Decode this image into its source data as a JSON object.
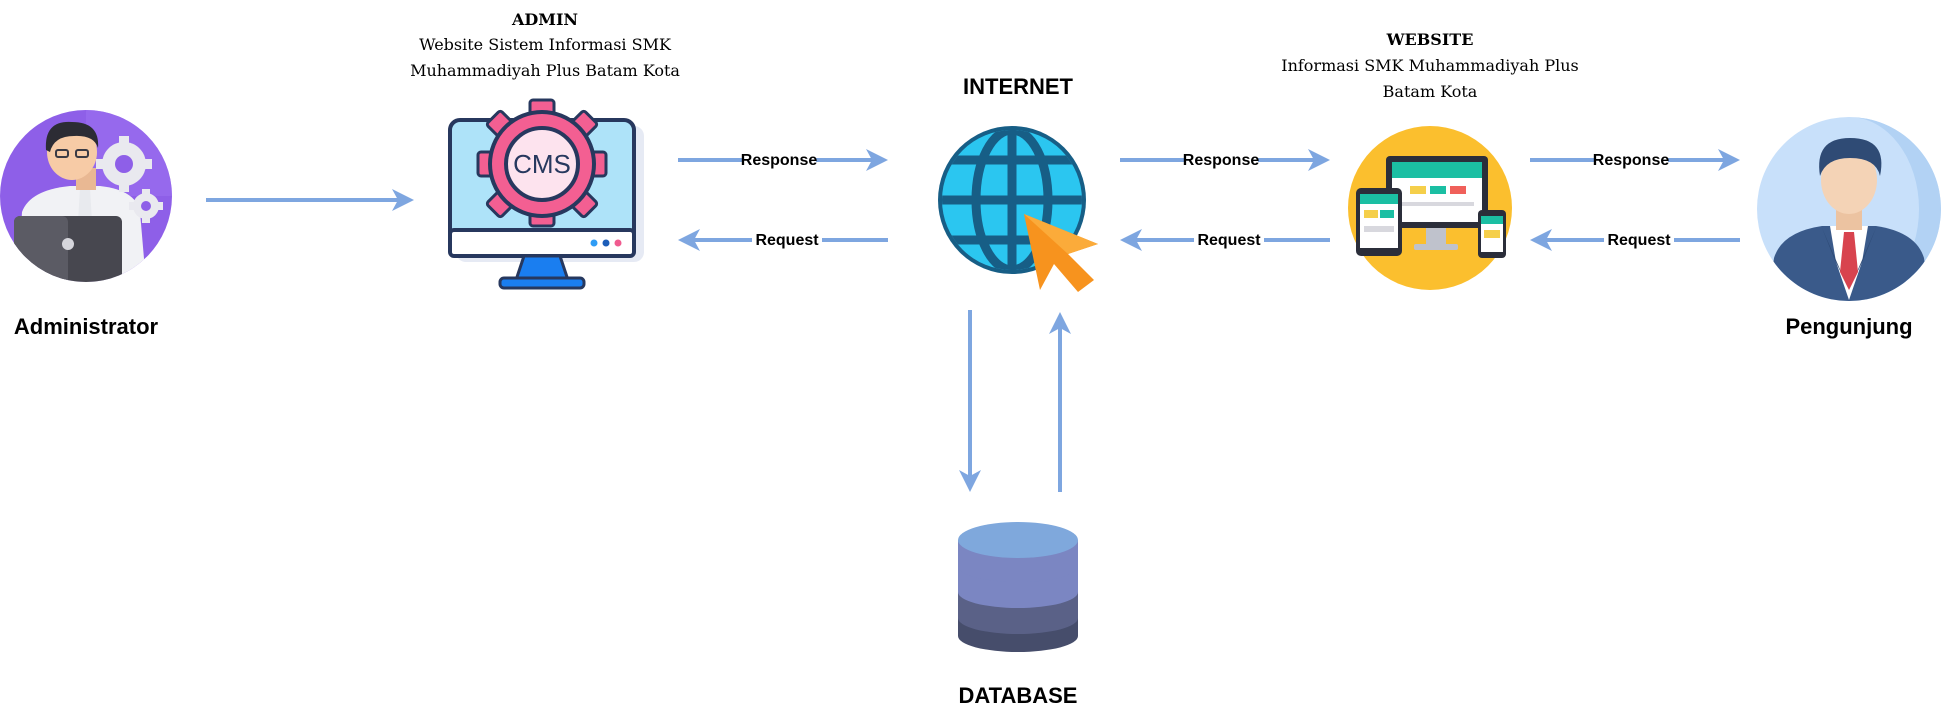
{
  "nodes": {
    "administrator": {
      "label": "Administrator"
    },
    "cms": {
      "title": "ADMIN",
      "line1": "Website Sistem Informasi SMK",
      "line2": "Muhammadiyah Plus Batam Kota",
      "icon_text": "CMS"
    },
    "internet": {
      "label": "INTERNET"
    },
    "website": {
      "title": "WEBSITE",
      "line1": "Informasi SMK Muhammadiyah Plus",
      "line2": "Batam Kota"
    },
    "pengunjung": {
      "label": "Pengunjung"
    },
    "database": {
      "label": "DATABASE"
    }
  },
  "edges": {
    "cms_internet_response": "Response",
    "cms_internet_request": "Request",
    "internet_website_response": "Response",
    "internet_website_request": "Request",
    "website_pengunjung_response": "Response",
    "website_pengunjung_request": "Request"
  },
  "colors": {
    "arrow": "#7ea6e0",
    "admin_circle": "#8e5fe8",
    "globe": "#1ea1d9",
    "cursor": "#f7931e",
    "website_circle": "#fbbf2e",
    "pengunjung_circle": "#c8e0fa",
    "database_top": "#7fa8dc",
    "database_mid": "#7b86c2",
    "database_bottom": "#464d6b"
  }
}
